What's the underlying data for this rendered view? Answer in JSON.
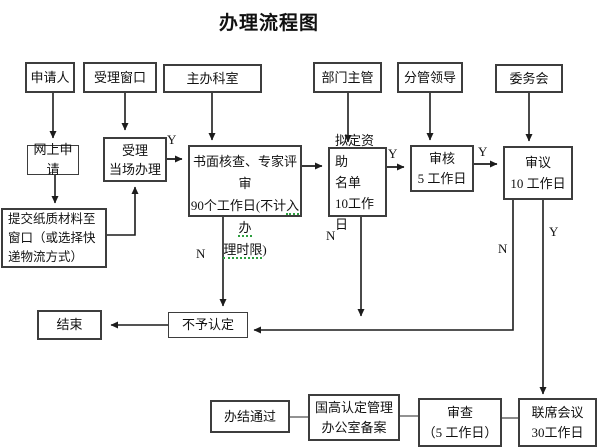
{
  "title": "办理流程图",
  "colors": {
    "arrow": "#1c1c1c",
    "connector": "#6e6e6e",
    "box_border": "#3d3d3d",
    "squiggle_green": "#2e9e3f",
    "background": "#ffffff"
  },
  "nodes": {
    "applicant": {
      "label": "申请人"
    },
    "window": {
      "label": "受理窗口"
    },
    "dept": {
      "label": "主办科室"
    },
    "supervisor": {
      "label": "部门主管"
    },
    "leader": {
      "label": "分管领导"
    },
    "committee": {
      "label": "委务会"
    },
    "online": {
      "label": "网上申请"
    },
    "accept": {
      "label": "受理\n当场办理"
    },
    "review": {
      "line1": "书面核查、专家评审",
      "line2a": "90个工作日(不计",
      "line2b": "入办",
      "line3a": "理时限",
      "line3b": ")"
    },
    "draft": {
      "label": "拟定资助\n名单\n10工作日"
    },
    "audit": {
      "label": "审核\n5 工作日"
    },
    "deliberate": {
      "label": "审议\n10 工作日"
    },
    "submit_paper": {
      "label": "提交纸质材料至\n窗口（或选择快\n递物流方式）"
    },
    "end": {
      "label": "结束"
    },
    "not_approved": {
      "label": "不予认定"
    },
    "complete": {
      "label": "办结通过"
    },
    "filing": {
      "label": "国高认定管理\n办公室备案"
    },
    "exam": {
      "label": "审查\n（5 工作日）"
    },
    "joint": {
      "label": "联席会议\n30工作日"
    }
  },
  "branch_labels": {
    "y_accept": "Y",
    "y_draft": "Y",
    "y_audit": "Y",
    "y_deliberate": "Y",
    "n_review": "N",
    "n_draft": "N",
    "n_deliberate": "N"
  }
}
